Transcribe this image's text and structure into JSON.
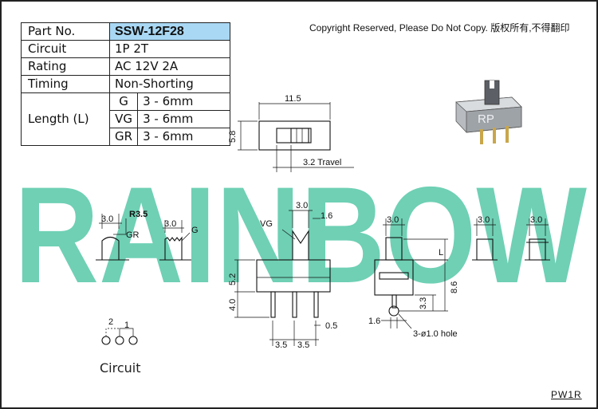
{
  "spec": {
    "part_no_label": "Part No.",
    "part_no": "SSW-12F28",
    "circuit_label": "Circuit",
    "circuit": "1P 2T",
    "rating_label": "Rating",
    "rating": "AC 12V 2A",
    "timing_label": "Timing",
    "timing": "Non-Shorting",
    "length_label": "Length (L)",
    "length_rows": [
      {
        "type": "G",
        "range": "3 - 6mm"
      },
      {
        "type": "VG",
        "range": "3 - 6mm"
      },
      {
        "type": "GR",
        "range": "3 - 6mm"
      }
    ]
  },
  "copyright": "Copyright Reserved, Please Do Not Copy. 版权所有,不得翻印",
  "watermark": "RAINBOW",
  "watermark_color": "#6fd0b4",
  "product_marking": "RP",
  "dims": {
    "width": "11.5",
    "height": "5.8",
    "travel": "3.2 Travel",
    "knob_gr": "3.0",
    "radius": "R3.5",
    "gr": "GR",
    "knob_g": "3.0",
    "g": "G",
    "knob_vg": "3.0",
    "vg": "VG",
    "vg_side": "1.6",
    "knob_side": "3.0",
    "l": "L",
    "body_h": "5.2",
    "pin_l": "4.0",
    "pitch_1": "3.5",
    "pitch_2": "3.5",
    "pin_t": "0.5",
    "total_h": "8.6",
    "pin_h": "3.3",
    "side_pin": "1.6",
    "hole": "3-ø1.0 hole",
    "knob_a": "3.0",
    "knob_b": "3.0"
  },
  "circuit": {
    "pin_1": "1",
    "pin_2": "2",
    "label": "Circuit"
  },
  "page_code": "PW1R"
}
